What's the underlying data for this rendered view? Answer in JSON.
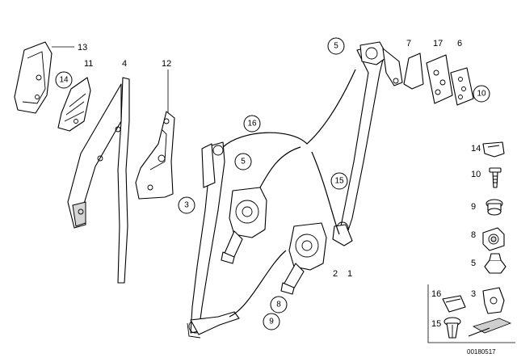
{
  "diagram": {
    "parts_numbers": {
      "p13": "13",
      "p11": "11",
      "p4": "4",
      "p12": "12",
      "p7": "7",
      "p17": "17",
      "p6": "6",
      "p2": "2",
      "p1": "1"
    },
    "circled_callouts": {
      "c14": "14",
      "c5_top": "5",
      "c10": "10",
      "c16": "16",
      "c5_mid": "5",
      "c3": "3",
      "c15": "15",
      "c8": "8",
      "c9": "9"
    },
    "legend_items": [
      {
        "num": "14",
        "icon": "clip-icon"
      },
      {
        "num": "10",
        "icon": "screw-icon"
      },
      {
        "num": "9",
        "icon": "bolt-icon"
      },
      {
        "num": "8",
        "icon": "grommet-icon"
      },
      {
        "num": "5",
        "icon": "nut-icon"
      },
      {
        "num": "16",
        "icon": "cable-clip-icon"
      },
      {
        "num": "3",
        "icon": "bracket-nut-icon"
      },
      {
        "num": "15",
        "icon": "expanding-rivet-icon"
      }
    ],
    "catalog_number": "00180517"
  }
}
